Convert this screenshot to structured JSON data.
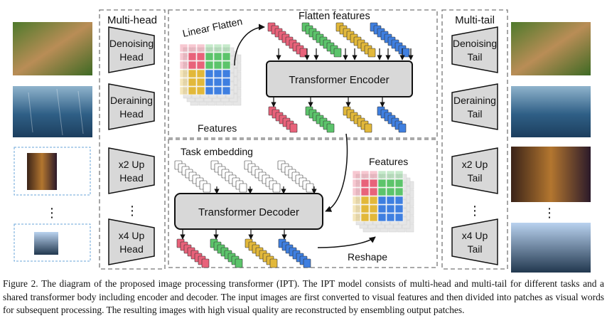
{
  "figure": {
    "multi_head_label": "Multi-head",
    "multi_tail_label": "Multi-tail",
    "heads": [
      {
        "line1": "Denoising",
        "line2": "Head"
      },
      {
        "line1": "Deraining",
        "line2": "Head"
      },
      {
        "line1": "x2 Up",
        "line2": "Head"
      },
      {
        "line1": "x4 Up",
        "line2": "Head"
      }
    ],
    "tails": [
      {
        "line1": "Denoising",
        "line2": "Tail"
      },
      {
        "line1": "Deraining",
        "line2": "Tail"
      },
      {
        "line1": "x2 Up",
        "line2": "Tail"
      },
      {
        "line1": "x4 Up",
        "line2": "Tail"
      }
    ],
    "ellipsis": "⋮",
    "linear_flatten": "Linear Flatten",
    "flatten_features": "Flatten features",
    "features_top": "Features",
    "features_bottom": "Features",
    "encoder_label": "Transformer Encoder",
    "decoder_label": "Transformer Decoder",
    "task_embedding": "Task embedding",
    "reshape": "Reshape",
    "colors": {
      "red": "#e8627a",
      "green": "#5cc46b",
      "yellow": "#e2b83a",
      "blue": "#3f7fe0",
      "grey": "#d9d9d9",
      "box": "#d8d8d8"
    }
  },
  "caption": {
    "label": "Figure 2.",
    "text": "The diagram of the proposed image processing transformer (IPT). The IPT model consists of multi-head and multi-tail for different tasks and a shared transformer body including encoder and decoder. The input images are first converted to visual features and then divided into patches as visual words for subsequent processing. The resulting images with high visual quality are reconstructed by ensembling output patches."
  }
}
